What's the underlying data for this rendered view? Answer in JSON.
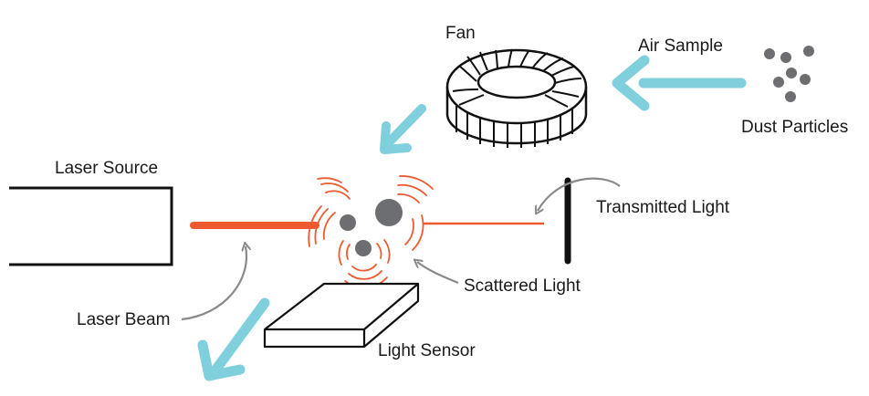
{
  "labels": {
    "fan": "Fan",
    "air_sample": "Air Sample",
    "dust_particles": "Dust Particles",
    "laser_source": "Laser Source",
    "transmitted_light": "Transmitted Light",
    "laser_beam": "Laser Beam",
    "scattered_light": "Scattered Light",
    "light_sensor": "Light Sensor"
  },
  "colors": {
    "laser": "#ee5a2f",
    "airflow_arrow": "#7fcfdc",
    "particle": "#6d6e71",
    "callout_arrow": "#8a8a8a",
    "outline": "#111111"
  }
}
